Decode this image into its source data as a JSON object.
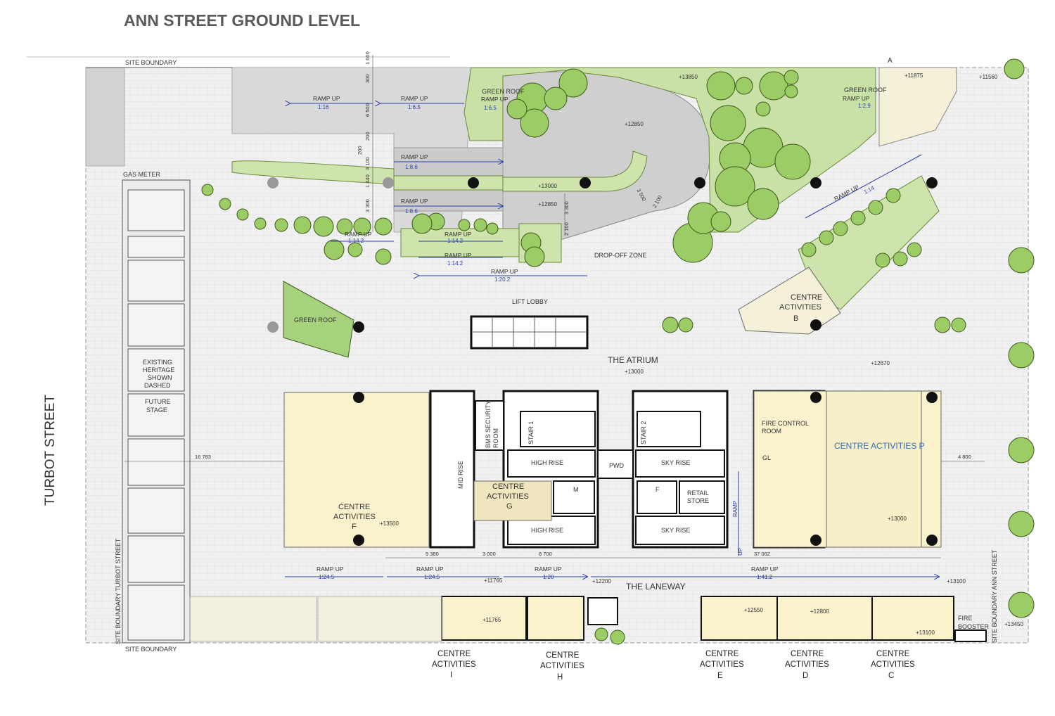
{
  "title": "ANN STREET GROUND LEVEL",
  "street_left": "TURBOT STREET",
  "boundaries": {
    "top": "SITE BOUNDARY",
    "bottom": "SITE BOUNDARY",
    "left": "SITE BOUNDARY TURBOT STREET",
    "right": "SITE BOUNDARY ANN STREET"
  },
  "labels": {
    "gas_meter": "GAS METER",
    "green_roof_left": "GREEN ROOF",
    "heritage_1": "EXISTING",
    "heritage_2": "HERITAGE",
    "heritage_3": "SHOWN",
    "heritage_4": "DASHED",
    "future_1": "FUTURE",
    "future_2": "STAGE",
    "drop_off": "DROP-OFF ZONE",
    "lift_lobby": "LIFT LOBBY",
    "atrium": "THE ATRIUM",
    "laneway": "THE LANEWAY",
    "green_roof_1": "GREEN ROOF",
    "green_roof_2": "GREEN ROOF",
    "ramp_up": "RAMP UP",
    "mid_rise": "MID RISE",
    "bms_1": "BMS SECURITY",
    "bms_2": "ROOM",
    "stair_1": "STAIR 1",
    "stair_2": "STAIR 2",
    "high_rise_1": "HIGH RISE",
    "high_rise_2": "HIGH RISE",
    "sky_rise_1": "SKY RISE",
    "sky_rise_2": "SKY RISE",
    "pwd": "PWD",
    "m": "M",
    "f": "F",
    "retail_1": "RETAIL",
    "retail_2": "STORE",
    "fire_control_1": "FIRE CONTROL",
    "fire_control_2": "ROOM",
    "gl": "GL",
    "ramp_vertical": "RAMP",
    "up_vertical": "UP",
    "fire_booster_1": "FIRE",
    "fire_booster_2": "BOOSTER",
    "section_a": "A",
    "centre_f_1": "CENTRE",
    "centre_f_2": "ACTIVITIES",
    "centre_f_3": "F",
    "centre_g_1": "CENTRE",
    "centre_g_2": "ACTIVITIES",
    "centre_g_3": "G",
    "centre_b_1": "CENTRE",
    "centre_b_2": "ACTIVITIES",
    "centre_b_3": "B",
    "centre_p": "CENTRE ACTIVITIES P",
    "centre_i": [
      "CENTRE",
      "ACTIVITIES",
      "I"
    ],
    "centre_h": [
      "CENTRE",
      "ACTIVITIES",
      "H"
    ],
    "centre_e": [
      "CENTRE",
      "ACTIVITIES",
      "E"
    ],
    "centre_d": [
      "CENTRE",
      "ACTIVITIES",
      "D"
    ],
    "centre_c": [
      "CENTRE",
      "ACTIVITIES",
      "C"
    ]
  },
  "ramps": {
    "r1": "1:16",
    "r2": "1:6.5",
    "r3": "1:6.5",
    "r4": "1:8.6",
    "r5": "1:8.6",
    "r6": "1:14.2",
    "r7": "1:14.2",
    "r8": "1:14.2",
    "r9": "1:20.2",
    "r10": "1:2.9",
    "r11": "1:14",
    "r12": "1:24.5",
    "r13": "1:24.5",
    "r14": "1:20",
    "r15": "1:41.2"
  },
  "levels": {
    "l13850": "+13850",
    "l11875": "+11875",
    "l11560": "+11560",
    "l12850a": "+12850",
    "l13000a": "+13000",
    "l12850b": "+12850",
    "l13000b": "+13000",
    "l12670": "+12670",
    "l13500": "+13500",
    "l13000c": "+13000",
    "l11765a": "+11765",
    "l12200": "+12200",
    "l13100a": "+13100",
    "l11765b": "+11765",
    "l12550": "+12550",
    "l12800": "+12800",
    "l13100b": "+13100",
    "l13450": "+13450"
  },
  "dims": {
    "d1000": "1 000",
    "d300": "300",
    "d6500": "6 500",
    "d2001": "200",
    "d2002": "200",
    "d3100": "3 100",
    "d1440": "1 440",
    "d3300a": "3 300",
    "d3300b": "3 300",
    "d2100a": "2 100",
    "d2100b": "2 100",
    "d3500": "3 500",
    "d16783": "16 783",
    "d4800": "4 800",
    "d9380": "9 380",
    "d3000": "3 000",
    "d8700": "8 700",
    "d37062": "37 062"
  },
  "colors": {
    "paving": "#efefef",
    "landscape": "#cfe3ad",
    "tree": "#9ccc65",
    "tree_stroke": "#3d5a1a",
    "road": "#d6d6d6",
    "road_dark": "#c4c4c4",
    "activity": "#faf2cc",
    "dim_blue": "#2a3fa8"
  }
}
